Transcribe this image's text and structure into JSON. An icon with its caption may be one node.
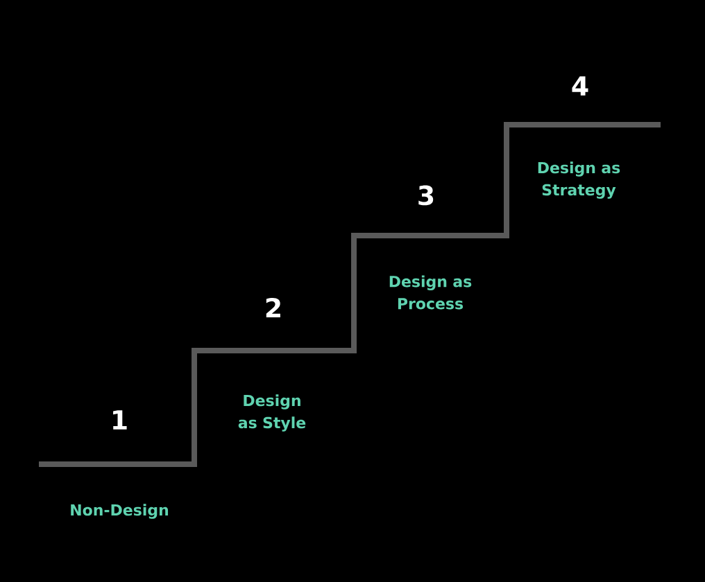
{
  "diagram": {
    "labels": [
      "4",
      "Design as Strategy",
      "3",
      "Design as Process",
      "2",
      "Design as Style",
      "1",
      "Non-Design"
    ]
  }
}
